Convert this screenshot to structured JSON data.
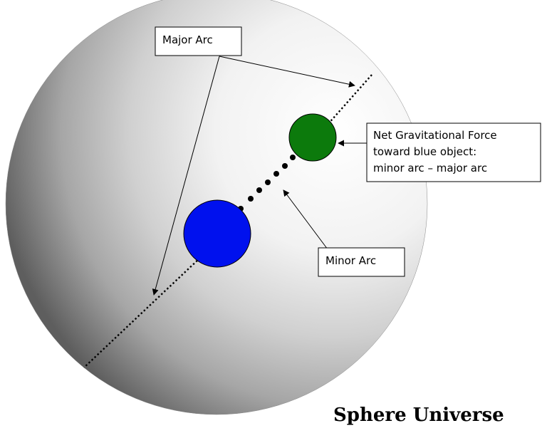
{
  "title": "Sphere Universe",
  "labels": {
    "major_arc": "Major Arc",
    "minor_arc": "Minor Arc",
    "net_force_line1": "Net Gravitational Force",
    "net_force_line2": "toward blue object:",
    "net_force_line3": "minor arc – major arc"
  },
  "colors": {
    "blue_object": "#0011ee",
    "green_object": "#0c7a0c",
    "sphere_highlight": "#ffffff",
    "sphere_shadow": "#5a5a5a"
  }
}
